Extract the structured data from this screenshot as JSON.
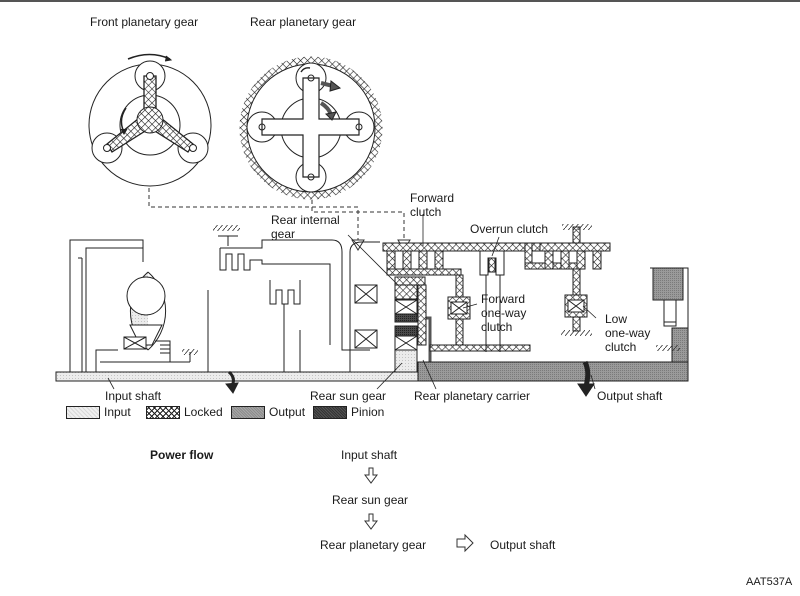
{
  "titles": {
    "front_planetary": "Front planetary gear",
    "rear_planetary": "Rear planetary gear"
  },
  "callouts": {
    "forward_clutch": [
      "Forward",
      "clutch"
    ],
    "rear_internal_gear": [
      "Rear internal",
      "gear"
    ],
    "overrun_clutch": "Overrun clutch",
    "forward_one_way_clutch": [
      "Forward",
      "one-way",
      "clutch"
    ],
    "low_one_way_clutch": [
      "Low",
      "one-way",
      "clutch"
    ],
    "input_shaft": "Input shaft",
    "rear_sun_gear": "Rear sun gear",
    "rear_planetary_carrier": "Rear planetary carrier",
    "output_shaft": "Output shaft"
  },
  "legend": [
    {
      "key": "input",
      "label": "Input"
    },
    {
      "key": "locked",
      "label": "Locked"
    },
    {
      "key": "output",
      "label": "Output"
    },
    {
      "key": "pinion",
      "label": "Pinion"
    }
  ],
  "power_flow": {
    "heading": "Power flow",
    "steps": [
      "Input shaft",
      "Rear sun gear",
      "Rear planetary gear",
      "Output shaft"
    ]
  },
  "figure_code": "AAT537A"
}
